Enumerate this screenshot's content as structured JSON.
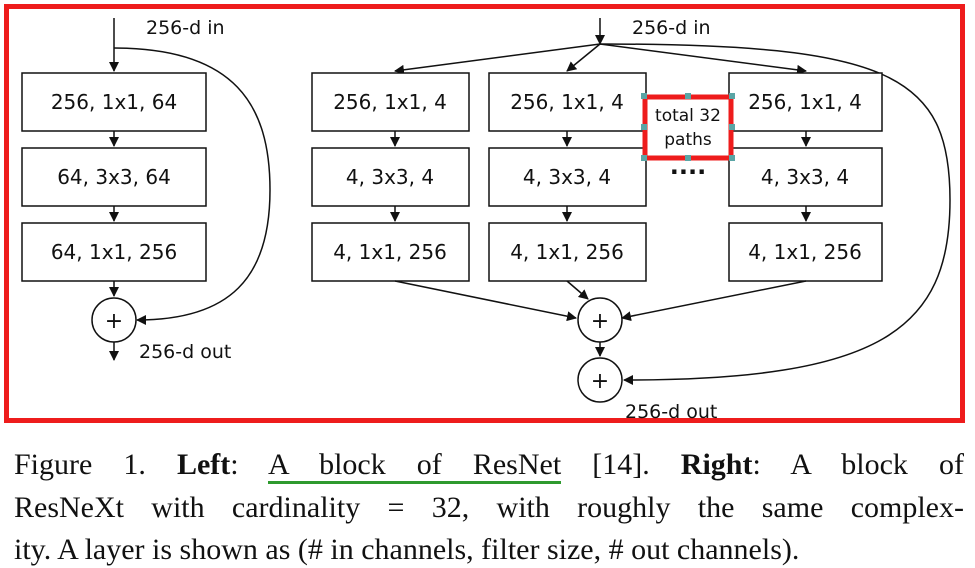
{
  "figure": {
    "left_block": {
      "input_label": "256-d in",
      "layers": [
        "256, 1x1, 64",
        "64, 3x3, 64",
        "64, 1x1, 256"
      ],
      "sum_symbol": "+",
      "output_label": "256-d out"
    },
    "right_block": {
      "input_label": "256-d in",
      "paths": [
        [
          "256, 1x1, 4",
          "4, 3x3, 4",
          "4, 1x1, 256"
        ],
        [
          "256, 1x1, 4",
          "4, 3x3, 4",
          "4, 1x1, 256"
        ],
        [
          "256, 1x1, 4",
          "4, 3x3, 4",
          "4, 1x1, 256"
        ]
      ],
      "annotation_line1": "total 32",
      "annotation_line2": "paths",
      "ellipsis": "····",
      "sum_symbol": "+",
      "output_label": "256-d out"
    },
    "highlight_color": "#ee1c1c",
    "selection_handle_color": "#5aa5a5"
  },
  "caption": {
    "figure_label": "Figure 1.",
    "left_label": "Left",
    "left_text": "A block of ResNet",
    "ref": "[14].",
    "right_label": "Right",
    "right_text_1": ": A block of",
    "line2": "ResNeXt with cardinality = 32, with roughly the same complex-",
    "line3": "ity. A layer is shown as (# in channels, filter size, # out channels).",
    "link_underline_color": "#2e9a2e"
  }
}
